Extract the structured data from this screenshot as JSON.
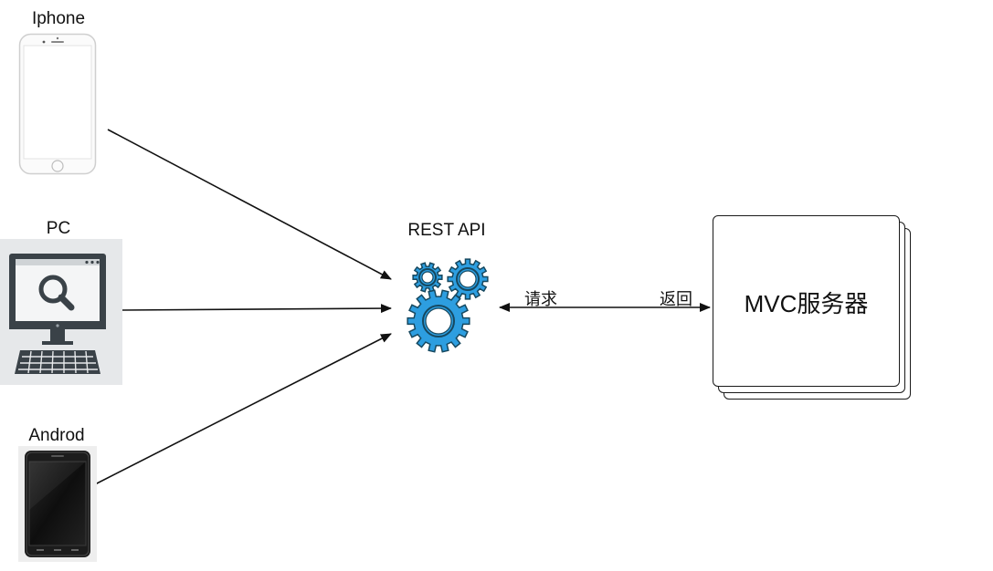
{
  "devices": {
    "iphone": {
      "label": "Iphone"
    },
    "pc": {
      "label": "PC"
    },
    "android": {
      "label": "Androd"
    }
  },
  "api": {
    "label": "REST API",
    "icon": "gears-icon",
    "gear_color": "#2d9ee0"
  },
  "connection": {
    "request_label": "请求",
    "response_label": "返回"
  },
  "server": {
    "label": "MVC服务器"
  },
  "colors": {
    "line": "#111111",
    "gear": "#2d9ee0",
    "gear_outline": "#16485f",
    "pc_bg": "#e6e8ea",
    "pc_frame": "#3a4248"
  }
}
